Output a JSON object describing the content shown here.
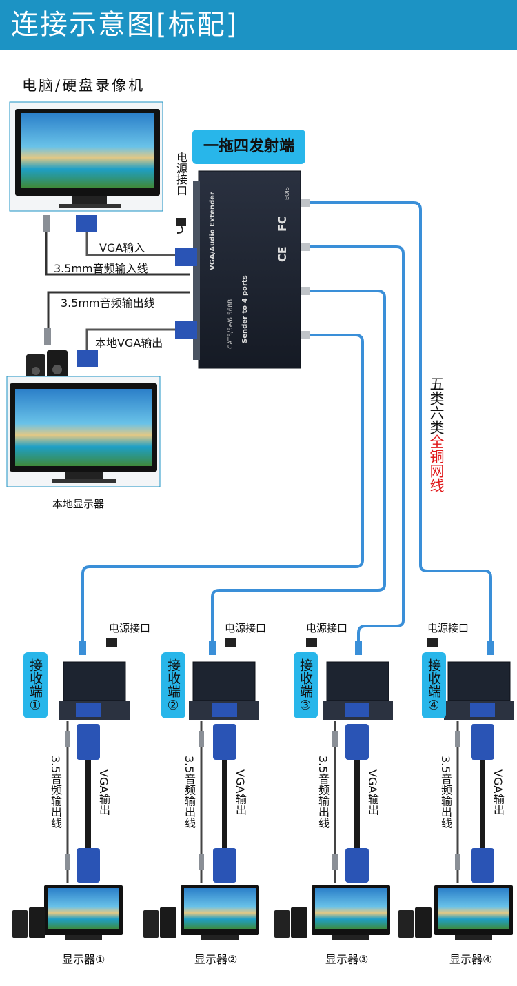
{
  "header": {
    "title": "连接示意图[标配]"
  },
  "source_label": "电脑/硬盘录像机",
  "sender": {
    "badge": "一拖四发射端",
    "power_label": "电源接口",
    "device_text1": "VGA/Audio Extender",
    "device_text2": "CAT5/5e/6 568B",
    "device_text3": "Sender to 4 ports",
    "brand": "EOIS",
    "ce": "CE",
    "fc": "FC"
  },
  "cables": {
    "vga_in": "VGA输入",
    "audio_in": "3.5mm音频输入线",
    "audio_out": "3.5mm音频输出线",
    "local_vga_out": "本地VGA输出"
  },
  "local_monitor_label": "本地显示器",
  "network_cable_label": {
    "part1": "五类六类",
    "part2": "全铜网线"
  },
  "receivers": [
    {
      "badge": "接收端①",
      "power": "电源接口",
      "audio": "3.5音频输出线",
      "vga": "VGA输出",
      "monitor": "显示器①"
    },
    {
      "badge": "接收端②",
      "power": "电源接口",
      "audio": "3.5音频输出线",
      "vga": "VGA输出",
      "monitor": "显示器②"
    },
    {
      "badge": "接收端③",
      "power": "电源接口",
      "audio": "3.5音频输出线",
      "vga": "VGA输出",
      "monitor": "显示器③"
    },
    {
      "badge": "接收端④",
      "power": "电源接口",
      "audio": "3.5音频输出线",
      "vga": "VGA输出",
      "monitor": "显示器④"
    }
  ],
  "colors": {
    "header": "#1c93c4",
    "badge": "#28b6ea",
    "cable": "#3a8fd8",
    "red": "#e0191b"
  }
}
